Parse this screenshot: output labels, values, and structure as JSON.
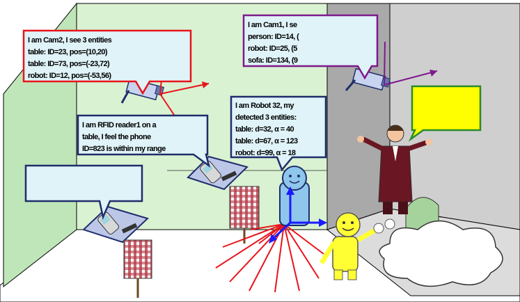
{
  "callouts": {
    "cam2": {
      "lines": [
        "I am Cam2,  I see 3 entities",
        "table: ID=23, pos=(10,20)",
        "table: ID=73, pos=(-23,72)",
        "robot: ID=12, pos=(-53,56)"
      ],
      "border_color": "#e8141b"
    },
    "cam1": {
      "lines": [
        "I am Cam1,  I se",
        "person: ID=14, (",
        "robot: ID=25, (5",
        "sofa: ID=134, (9"
      ],
      "border_color": "#7d1a8c"
    },
    "rfid": {
      "lines": [
        "I am RFID reader1 on a",
        "table,  I feel the phone",
        "ID=823 is within my range"
      ],
      "border_color": "#1f2d6b"
    },
    "robot": {
      "lines": [
        "I am Robot 32,  my",
        "detected 3 entities:",
        "table: d=32, α = 40",
        "table: d=67, α = 123",
        "robot: d=99, α = 18"
      ],
      "border_color": "#1f2d6b"
    },
    "person": {
      "lines": [],
      "fill_color": "#ffff00",
      "border_color": "#2a8a2a"
    },
    "phone": {
      "lines": [],
      "fill_color": "#dff3f8",
      "border_color": "#1f2d6b"
    }
  },
  "colors": {
    "left_wall": "#bfe6b8",
    "back_wall": "#d9f2d2",
    "right_wall": "#a9a9a9",
    "floor": "#ffffff",
    "right_floor": "#dcdcdc",
    "camera_axes": "#e8141b",
    "robot_axes": "#1a1aff"
  }
}
